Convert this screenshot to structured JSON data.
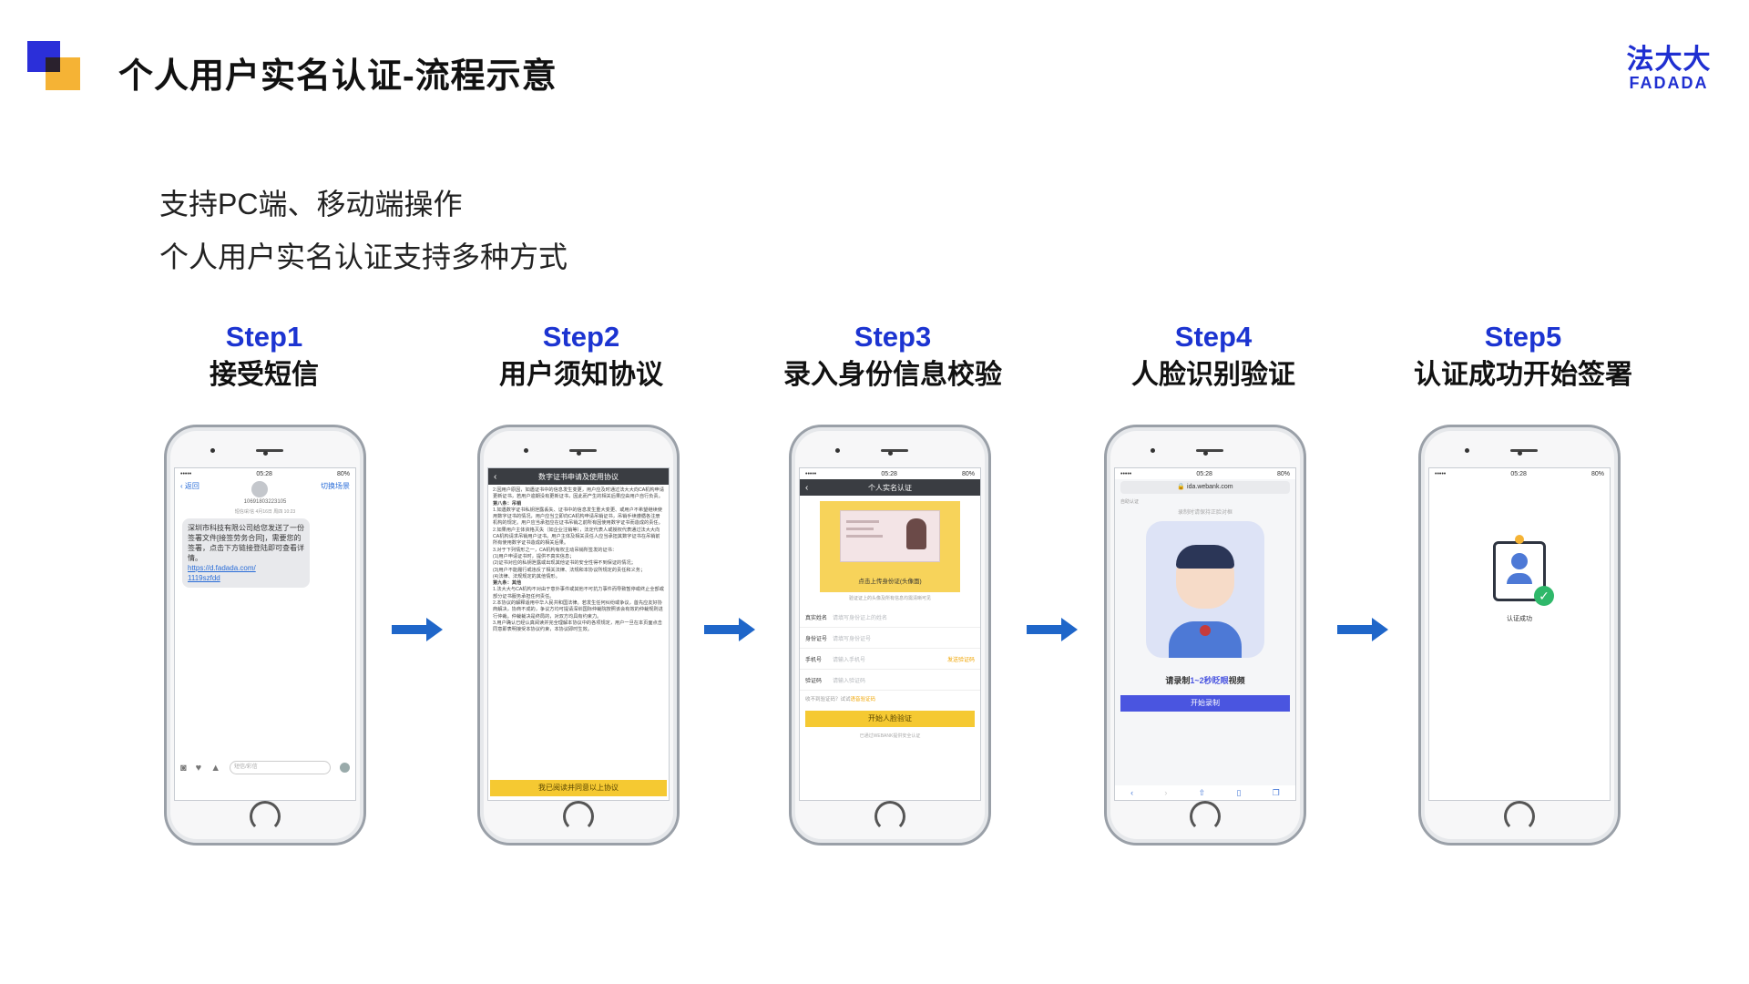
{
  "header": {
    "title": "个人用户实名认证-流程示意",
    "brand_cn": "法大大",
    "brand_en": "FADADA"
  },
  "intro": {
    "line1": "支持PC端、移动端操作",
    "line2": "个人用户实名认证支持多种方式"
  },
  "steps": [
    {
      "num": "Step1",
      "name": "接受短信"
    },
    {
      "num": "Step2",
      "name": "用户须知协议"
    },
    {
      "num": "Step3",
      "name": "录入身份信息校验"
    },
    {
      "num": "Step4",
      "name": "人脸识别验证"
    },
    {
      "num": "Step5",
      "name": "认证成功开始签署"
    }
  ],
  "status": {
    "time": "05:28",
    "battery": "80%",
    "carrier": "•••••"
  },
  "phone1": {
    "back": "‹ 返回",
    "switch": "切换场景",
    "number": "10691803223105",
    "date": "短信/彩信 4月16日 周四 10:23",
    "message": "深圳市科技有限公司给您发送了一份签署文件[接签劳务合同]，需要您的签署，点击下方链接登陆即可查看详情。",
    "link1": "https://d.fadada.com/",
    "link2": "1119szfdd",
    "input_placeholder": "短信/彩信"
  },
  "phone2": {
    "title": "数字证书申请及使用协议",
    "body": [
      "2.因用户原因，如遇证书中的信息发生变更，用户应及时通过法大大向CA机构申请更新证书，若用户逾期没有更新证书，因此而产生的相关后果应由用户自行负责。",
      "第八条：吊销",
      "1.如遇数字证书私钥泄露丢失、证书中的信息发生重大变更、或用户不希望继续使用数字证书的情况，用户应当立即向CA机构申请吊销证书，吊销手续遵循各注册机构的规定。用户应当承担应在证书吊销之前所有因使用数字证书而造成的责任。",
      "2.如果用户主体资格灭失（如企业注销等），法定代表人或授权代表通过法大大向CA机构请求吊销用户证书。用户主体及相关责任人应当承担其数字证书在吊销前所有使用数字证书造成的相关后果。",
      "3.对于下列情形之一，CA机构有权主动吊销所签发的证书：",
      "(1)用户申请证书时，提供不真实信息；",
      "(2)证书对应的私钥泄露或出现其他证书的安全性得不到保证的情况；",
      "(3)用户不能履行或违反了相关法律、法规和本协议所规定的责任和义务；",
      "(4)法律、法规规定的其他情形。",
      "第九条：其他",
      "1.法大大与CA机构不对由于意外事件或其他不可抗力事件而导致暂停或终止全部或部分证书服务承担任何责任。",
      "2.本协议的解释适用中华人民共和国法律。若发生任何纠纷或争议，首先应友好协商解决，协商不成的，争议方均可提请深圳国际仲裁院按照该会有效的仲裁规则进行仲裁。仲裁裁决是终局的，对双方均具有约束力。",
      "3.用户确认已经认真阅读并完全理解本协议中的各项规定，用户一旦在本页面点击同意即表明接受本协议约束，本协议即时生效。"
    ],
    "agree": "我已阅读并同意以上协议"
  },
  "phone3": {
    "title": "个人实名认证",
    "upload": "点击上传身份证(头像面)",
    "upload_hint": "验证证上的头像及所有信息均需清晰可见",
    "fields": [
      {
        "label": "真实姓名",
        "placeholder": "请填写身份证上的姓名"
      },
      {
        "label": "身份证号",
        "placeholder": "请填写身份证号"
      },
      {
        "label": "手机号",
        "placeholder": "请输入手机号",
        "action": "发送验证码"
      },
      {
        "label": "验证码",
        "placeholder": "请输入验证码"
      }
    ],
    "no_code": "收不到验证码？试试",
    "no_code_link": "语音验证码",
    "submit": "开始人脸验证",
    "footer": "已通过WEBANK提供安全认证"
  },
  "phone4": {
    "url": "ida.webank.com",
    "small": "自助认证",
    "hint": "录制时请保持正脸对框",
    "instruction_pre": "请录制",
    "instruction_em": "1~2秒眨眼",
    "instruction_post": "视频",
    "record": "开始录制"
  },
  "phone5": {
    "success": "认证成功"
  }
}
